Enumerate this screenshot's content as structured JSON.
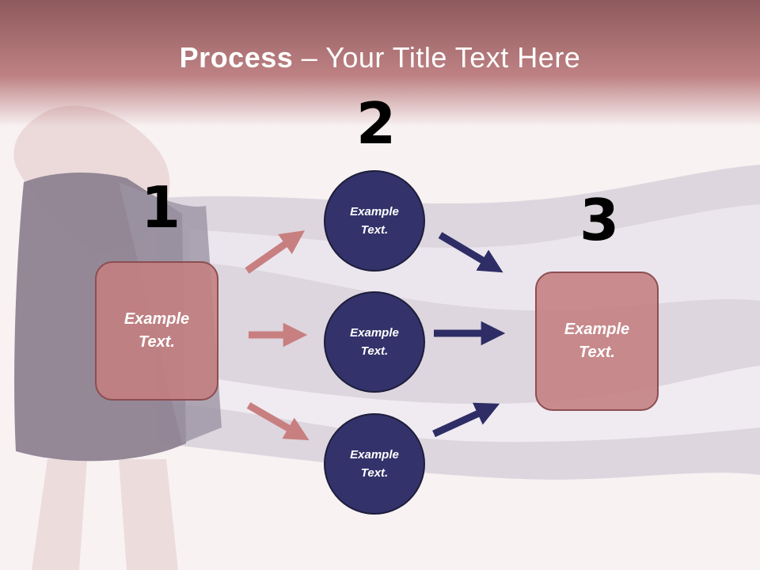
{
  "title": {
    "bold": "Process",
    "rest": " – Your Title Text Here"
  },
  "steps": {
    "one": "1",
    "two": "2",
    "three": "3"
  },
  "left_box": {
    "line1": "Example",
    "line2": "Text."
  },
  "right_box": {
    "line1": "Example",
    "line2": "Text."
  },
  "circles": [
    {
      "line1": "Example",
      "line2": "Text."
    },
    {
      "line1": "Example",
      "line2": "Text."
    },
    {
      "line1": "Example",
      "line2": "Text."
    }
  ],
  "colors": {
    "title_band": "#8a5052",
    "box_fill": "#c47e80",
    "circle_fill": "#33326a",
    "arrow_pink": "#c87f80",
    "arrow_navy": "#2e2d66"
  }
}
